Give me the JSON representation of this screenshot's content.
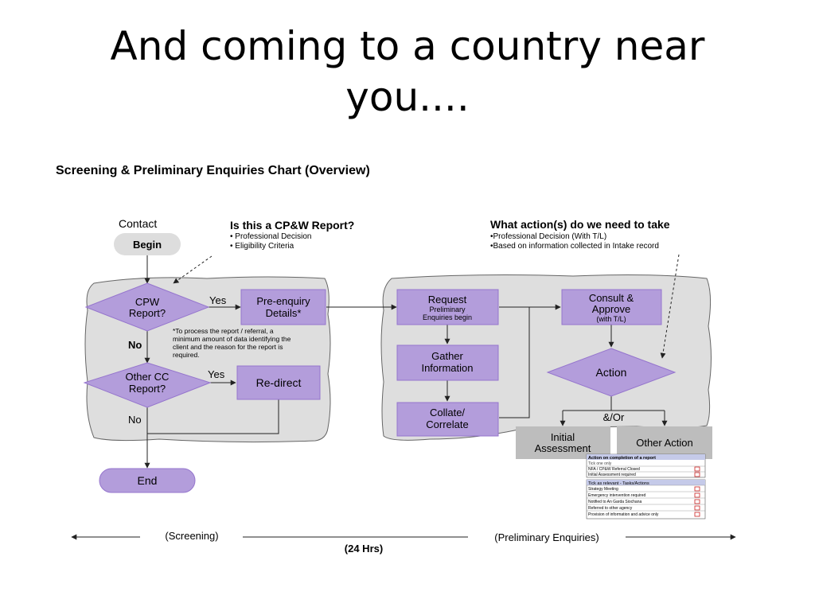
{
  "slide": {
    "title_line1": "And coming to a country near",
    "title_line2": "you...."
  },
  "chart": {
    "title": "Screening & Preliminary Enquiries Chart (Overview)",
    "contact_label": "Contact",
    "begin": "Begin",
    "question1": {
      "title": "Is this a CP&W Report?",
      "items": [
        "• Professional Decision",
        "• Eligibility Criteria"
      ]
    },
    "question2": {
      "title": "What action(s) do we need to take",
      "items": [
        "•Professional Decision (With T/L)",
        "•Based on information collected in Intake record"
      ]
    },
    "cpw_report": [
      "CPW",
      "Report?"
    ],
    "yes1": "Yes",
    "pre_enquiry": [
      "Pre-enquiry",
      "Details*"
    ],
    "footnote": [
      "*To process the report / referral, a",
      "minimum amount of data identifying the",
      "client and the reason for the report is",
      "required."
    ],
    "no1": "No",
    "other_cc": [
      "Other CC",
      "Report?"
    ],
    "yes2": "Yes",
    "redirect": "Re-direct",
    "no2": "No",
    "end": "End",
    "request": [
      "Request",
      "Preliminary",
      "Enquiries begin"
    ],
    "gather": [
      "Gather",
      "Information"
    ],
    "collate": [
      "Collate/",
      "Correlate"
    ],
    "consult": [
      "Consult &",
      "Approve",
      "(with T/L)"
    ],
    "action": "Action",
    "and_or": "&/Or",
    "initial_assessment": [
      "Initial",
      "Assessment"
    ],
    "other_action": "Other Action",
    "form1": {
      "header": "Action on completion of a report",
      "sub": "Tick one only",
      "rows": [
        "NFA / CP&W Referral Closed",
        "Initial Assessment required"
      ]
    },
    "form2": {
      "header": "Tick as relevant - Tasks/Actions",
      "rows": [
        "Strategy Meeting",
        "Emergency intervention required",
        "Notified to An Garda Siochana",
        "Referred to other agency",
        "Provision of information and advice only"
      ]
    },
    "screening": "(Screening)",
    "preliminary": "(Preliminary Enquiries)",
    "hours": "(24 Hrs)"
  }
}
